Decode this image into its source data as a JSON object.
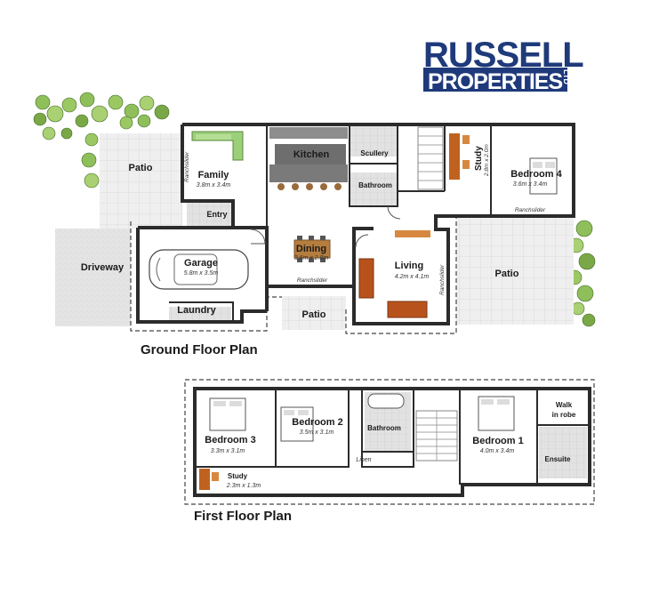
{
  "logo": {
    "line1": "RUSSELL",
    "line2": "PROPERTIES",
    "suffix": "LTD",
    "color": "#1f3a7a"
  },
  "colors": {
    "wall": "#2b2b2b",
    "floor": "#ffffff",
    "tile": "#e9e9e9",
    "grass": "#9cc46a",
    "furniture_wood": "#c0621f",
    "sofa_green": "#9ccf7a"
  },
  "ground_floor": {
    "title": "Ground Floor Plan",
    "rooms": {
      "patio_left": "Patio",
      "family": "Family",
      "family_dim": "3.8m x 3.4m",
      "kitchen": "Kitchen",
      "scullery": "Scullery",
      "bathroom": "Bathroom",
      "study": "Study",
      "study_dim": "2.8m x 2.0m",
      "bedroom4": "Bedroom 4",
      "bedroom4_dim": "3.6m x 3.4m",
      "entry": "Entry",
      "dining": "Dining",
      "dining_dim": "3.6m x 2.8m",
      "living": "Living",
      "living_dim": "4.2m x 4.1m",
      "patio_right": "Patio",
      "driveway": "Driveway",
      "garage": "Garage",
      "garage_dim": "5.8m x 3.5m",
      "laundry": "Laundry",
      "patio_bottom": "Patio"
    },
    "annotations": {
      "ranchslider_family": "Ranchslider",
      "ranchslider_dining": "Ranchslider",
      "ranchslider_living": "Ranchslider",
      "ranchslider_bed4": "Ranchslider"
    }
  },
  "first_floor": {
    "title": "First Floor Plan",
    "rooms": {
      "bedroom3": "Bedroom 3",
      "bedroom3_dim": "3.3m x 3.1m",
      "bedroom2": "Bedroom 2",
      "bedroom2_dim": "3.5m x 3.1m",
      "bathroom": "Bathroom",
      "linen": "Linen",
      "bedroom1": "Bedroom 1",
      "bedroom1_dim": "4.0m x 3.4m",
      "walk_in_robe_1": "Walk",
      "walk_in_robe_2": "in robe",
      "ensuite": "Ensuite",
      "study": "Study",
      "study_dim": "2.3m x 1.3m"
    }
  }
}
